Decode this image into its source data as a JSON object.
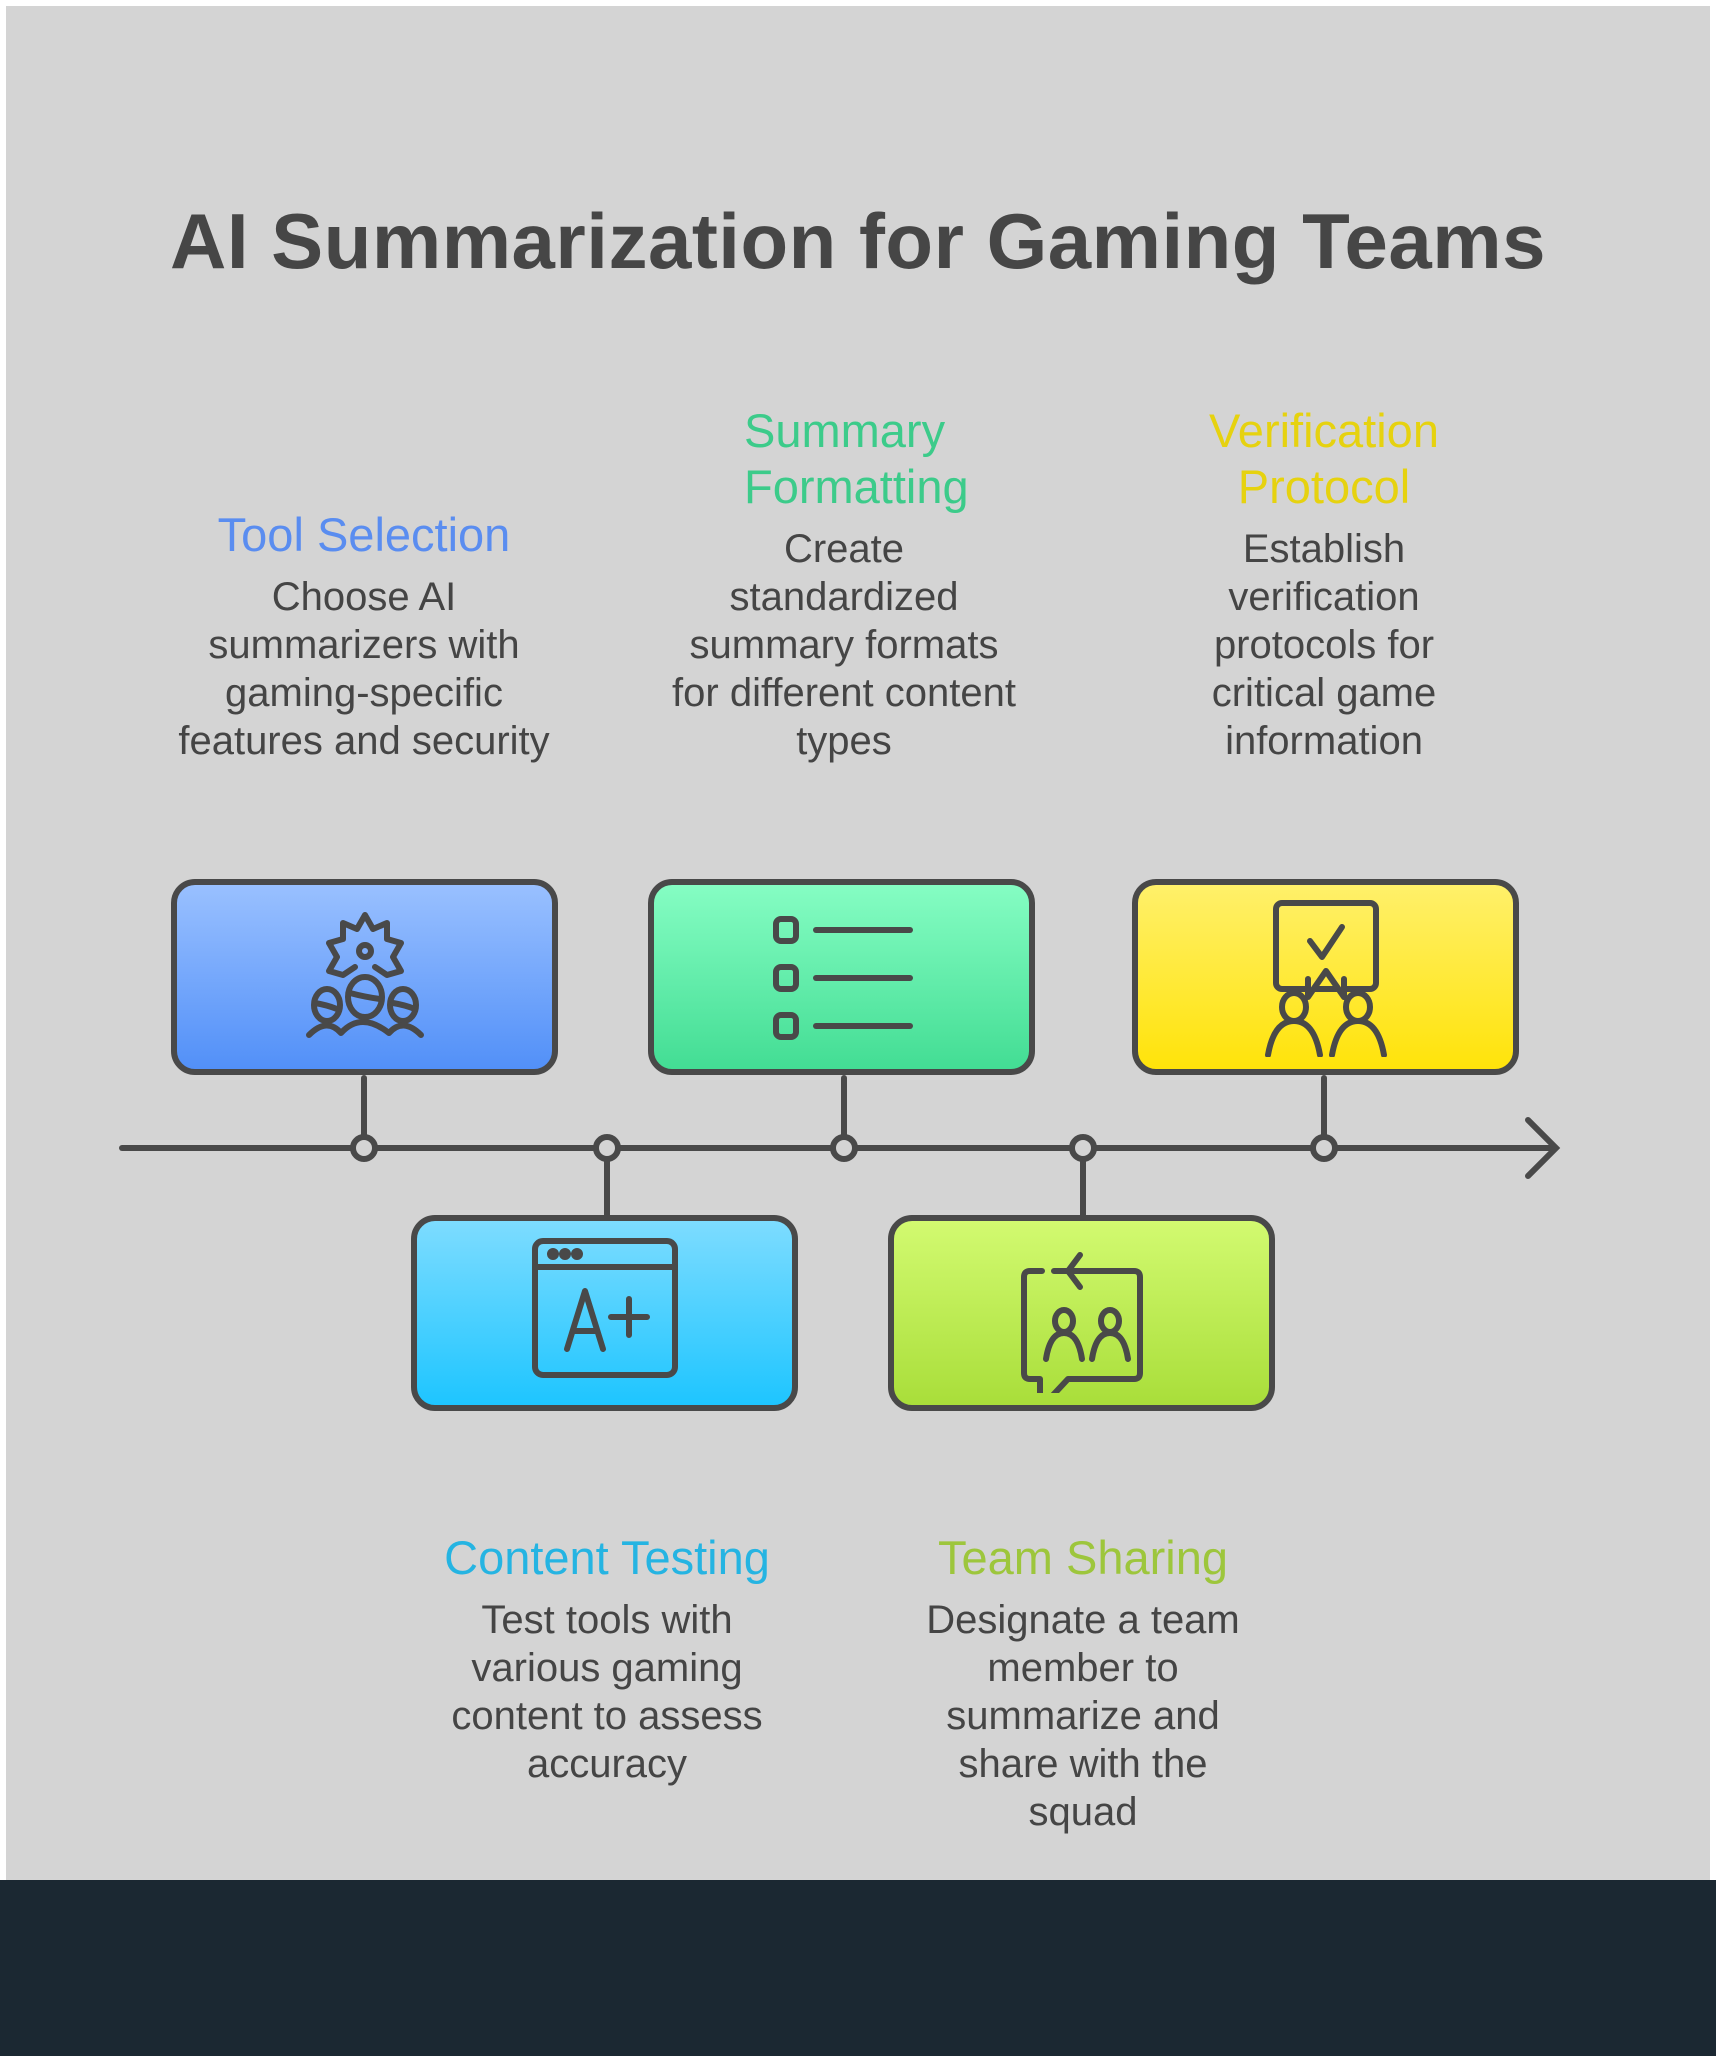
{
  "title": "AI Summarization for Gaming Teams",
  "steps": [
    {
      "heading": "Tool Selection",
      "body": "Choose AI summarizers with gaming-specific features and security",
      "color": "#5a8df0",
      "icon": "gear-people-icon"
    },
    {
      "heading": "Content Testing",
      "body": "Test tools with various gaming content to assess accuracy",
      "color": "#25b4e2",
      "icon": "browser-grade-icon"
    },
    {
      "heading": "Summary Formatting",
      "body": "Create standardized summary formats for different content types",
      "color": "#3ccb8a",
      "icon": "list-icon"
    },
    {
      "heading": "Team Sharing",
      "body": "Designate a team member to summarize and share with the squad",
      "color": "#9dc63c",
      "icon": "team-chat-icon"
    },
    {
      "heading": "Verification Protocol",
      "body": "Establish verification protocols for critical game information",
      "color": "#e6d20f",
      "icon": "verified-people-icon"
    }
  ]
}
